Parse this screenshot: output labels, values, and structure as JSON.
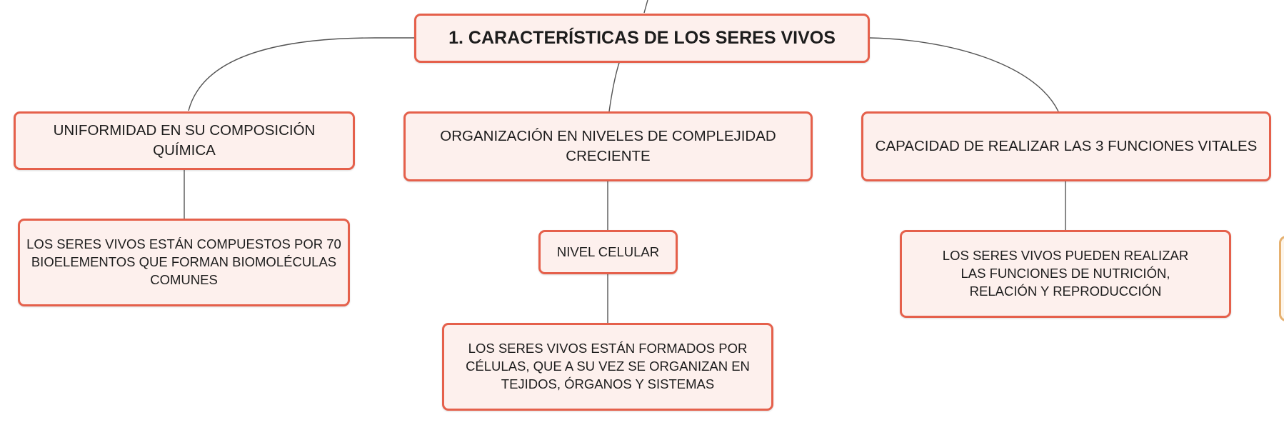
{
  "mindmap": {
    "colors": {
      "node_fill": "#fdf0ed",
      "node_border": "#e5604b",
      "connector": "#555555",
      "offscreen_node_border": "#e6b170"
    },
    "root": {
      "label": "1. CARACTERÍSTICAS DE LOS SERES VIVOS"
    },
    "branches": [
      {
        "label": "UNIFORMIDAD EN SU COMPOSICIÓN QUÍMICA",
        "children": [
          {
            "label": "LOS SERES VIVOS ESTÁN COMPUESTOS POR 70 BIOELEMENTOS QUE FORMAN BIOMOLÉCULAS COMUNES"
          }
        ]
      },
      {
        "label": "ORGANIZACIÓN EN NIVELES DE COMPLEJIDAD CRECIENTE",
        "children": [
          {
            "label": "NIVEL CELULAR",
            "children": [
              {
                "label": "LOS SERES VIVOS ESTÁN FORMADOS POR CÉLULAS, QUE A SU VEZ SE ORGANIZAN EN TEJIDOS, ÓRGANOS Y SISTEMAS"
              }
            ]
          }
        ]
      },
      {
        "label": "CAPACIDAD DE REALIZAR LAS 3 FUNCIONES VITALES",
        "children": [
          {
            "label": "LOS SERES VIVOS PUEDEN REALIZAR LAS FUNCIONES DE NUTRICIÓN, RELACIÓN Y REPRODUCCIÓN"
          }
        ]
      }
    ]
  }
}
